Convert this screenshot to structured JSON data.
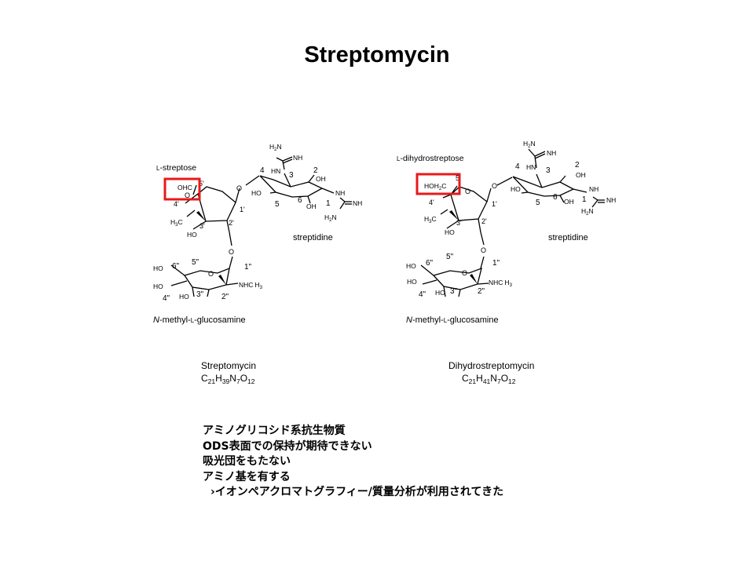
{
  "slide": {
    "title": "Streptomycin"
  },
  "left_structure": {
    "sugar_label_prefix": "L",
    "sugar_label": "-streptose",
    "aldehyde_group": "OHC",
    "amine_label_prefix": "N",
    "amine_label_mid": "-methyl-",
    "amine_label_l": "L",
    "amine_label_end": "-glucosamine",
    "streptidine_label": "streptidine",
    "name": "Streptomycin",
    "formula": {
      "c": "21",
      "h": "39",
      "n": "7",
      "o": "12"
    }
  },
  "right_structure": {
    "sugar_label_prefix": "L",
    "sugar_label": "-dihydrostreptose",
    "alcohol_group_a": "HOH",
    "alcohol_group_sub": "2",
    "alcohol_group_b": "C",
    "amine_label_prefix": "N",
    "amine_label_mid": "-methyl-",
    "amine_label_l": "L",
    "amine_label_end": "-glucosamine",
    "streptidine_label": "streptidine",
    "name": "Dihydrostreptomycin",
    "formula": {
      "c": "21",
      "h": "41",
      "n": "7",
      "o": "12"
    }
  },
  "atoms": {
    "O": "O",
    "HO": "HO",
    "OH": "OH",
    "NH": "NH",
    "HN": "HN",
    "H3C_a": "H",
    "H3C_sub": "3",
    "H3C_b": "C",
    "H2N_a": "H",
    "H2N_sub": "2",
    "H2N_b": "N",
    "NHC": "NHC",
    "H3": "H",
    "H3_sub": "3"
  },
  "locants": {
    "l1": "1",
    "l2": "2",
    "l3": "3",
    "l4": "4",
    "l5": "5",
    "l6": "6",
    "p1": "1'",
    "p2": "2'",
    "p3": "3'",
    "p4": "4'",
    "p5": "5'",
    "pp1": "1\"",
    "pp2": "2\"",
    "pp3": "3\"",
    "pp4": "4\"",
    "pp5": "5\"",
    "pp6": "6\""
  },
  "notes": {
    "line1": "アミノグリコシド系抗生物質",
    "line2": "ODS表面での保持が期待できない",
    "line3": "吸光団をもたない",
    "line4": "アミノ基を有する",
    "line5_bullet": "›",
    "line5": "イオンペアクロマトグラフィー/質量分析が利用されてきた"
  },
  "colors": {
    "highlight_box": "#e8191a",
    "ink": "#000000"
  }
}
